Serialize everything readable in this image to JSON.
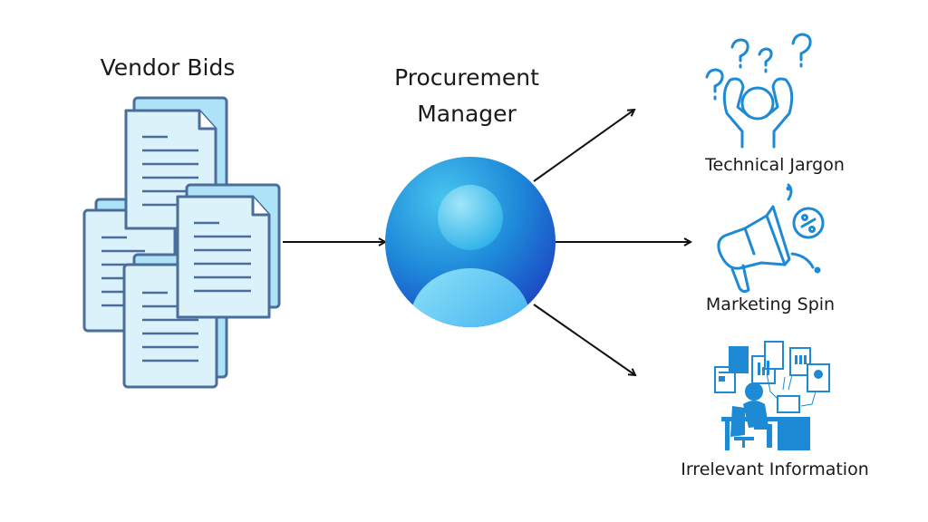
{
  "diagram": {
    "source": {
      "label": "Vendor Bids",
      "icon": "document-stack-icon"
    },
    "center": {
      "label_line1": "Procurement",
      "label_line2": "Manager",
      "icon": "user-avatar-icon"
    },
    "outputs": [
      {
        "label": "Technical Jargon",
        "icon": "confused-person-icon"
      },
      {
        "label": "Marketing Spin",
        "icon": "megaphone-discount-icon"
      },
      {
        "label": "Irrelevant Information",
        "icon": "information-overload-icon"
      }
    ],
    "colors": {
      "doc_fill": "#aee3f7",
      "doc_stroke": "#4a6d9b",
      "icon_blue": "#1e8ad6",
      "avatar_dark": "#1f5fd0",
      "avatar_light": "#4fc9f2",
      "arrow": "#111111"
    }
  }
}
